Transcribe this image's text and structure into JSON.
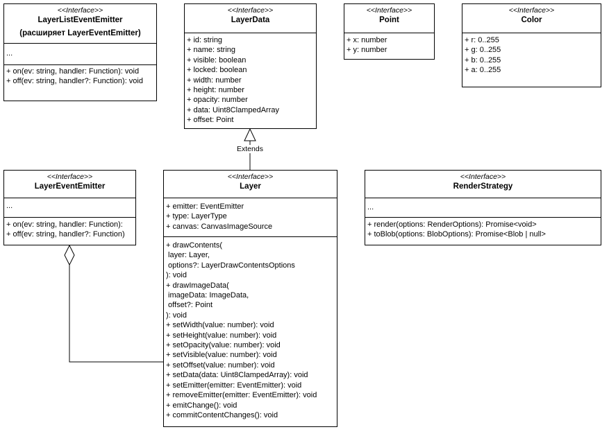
{
  "boxes": {
    "layer_list_event_emitter": {
      "stereotype": "<<Interface>>",
      "name": "LayerListEventEmitter",
      "subtitle": "(расширяет LayerEventEmitter)",
      "attributes": [
        "..."
      ],
      "methods": [
        "+ on(ev: string, handler: Function): void",
        "+ off(ev: string, handler?: Function): void"
      ]
    },
    "layer_data": {
      "stereotype": "<<Interface>>",
      "name": "LayerData",
      "attributes": [
        "+ id: string",
        "+ name: string",
        "+ visible: boolean",
        "+ locked: boolean",
        "+ width: number",
        "+ height: number",
        "+ opacity: number",
        "+ data: Uint8ClampedArray",
        "+ offset: Point"
      ]
    },
    "point": {
      "stereotype": "<<Interface>>",
      "name": "Point",
      "attributes": [
        "+ x: number",
        "+ y: number"
      ]
    },
    "color": {
      "stereotype": "<<Interface>>",
      "name": "Color",
      "attributes": [
        "+ r: 0..255",
        "+ g: 0..255",
        "+ b: 0..255",
        "+ a: 0..255"
      ]
    },
    "layer_event_emitter": {
      "stereotype": "<<Interface>>",
      "name": "LayerEventEmitter",
      "attributes": [
        "..."
      ],
      "methods": [
        "+ on(ev: string, handler: Function):",
        "+ off(ev: string, handler?: Function)"
      ]
    },
    "layer": {
      "stereotype": "<<Interface>>",
      "name": "Layer",
      "attributes": [
        "+ emitter: EventEmitter",
        "+ type: LayerType",
        "+ canvas: CanvasImageSource"
      ],
      "methods": [
        "+ drawContents(",
        " layer: Layer,",
        " options?: LayerDrawContentsOptions",
        "): void",
        "+ drawImageData(",
        " imageData: ImageData,",
        " offset?: Point",
        "): void",
        "+ setWidth(value: number): void",
        "+ setHeight(value: number): void",
        "+ setOpacity(value: number): void",
        "+ setVisible(value: number): void",
        "+ setOffset(value: number): void",
        "+ setData(data: Uint8ClampedArray): void",
        "+ setEmitter(emitter: EventEmitter): void",
        "+ removeEmitter(emitter: EventEmitter): void",
        "+ emitChange(): void",
        "+ commitContentChanges(): void"
      ]
    },
    "render_strategy": {
      "stereotype": "<<Interface>>",
      "name": "RenderStrategy",
      "attributes": [
        "..."
      ],
      "methods": [
        "+ render(options: RenderOptions): Promise<void>",
        "+ toBlob(options: BlobOptions): Promise<Blob | null>"
      ]
    }
  },
  "connectors": {
    "extends_label": "Extends"
  }
}
